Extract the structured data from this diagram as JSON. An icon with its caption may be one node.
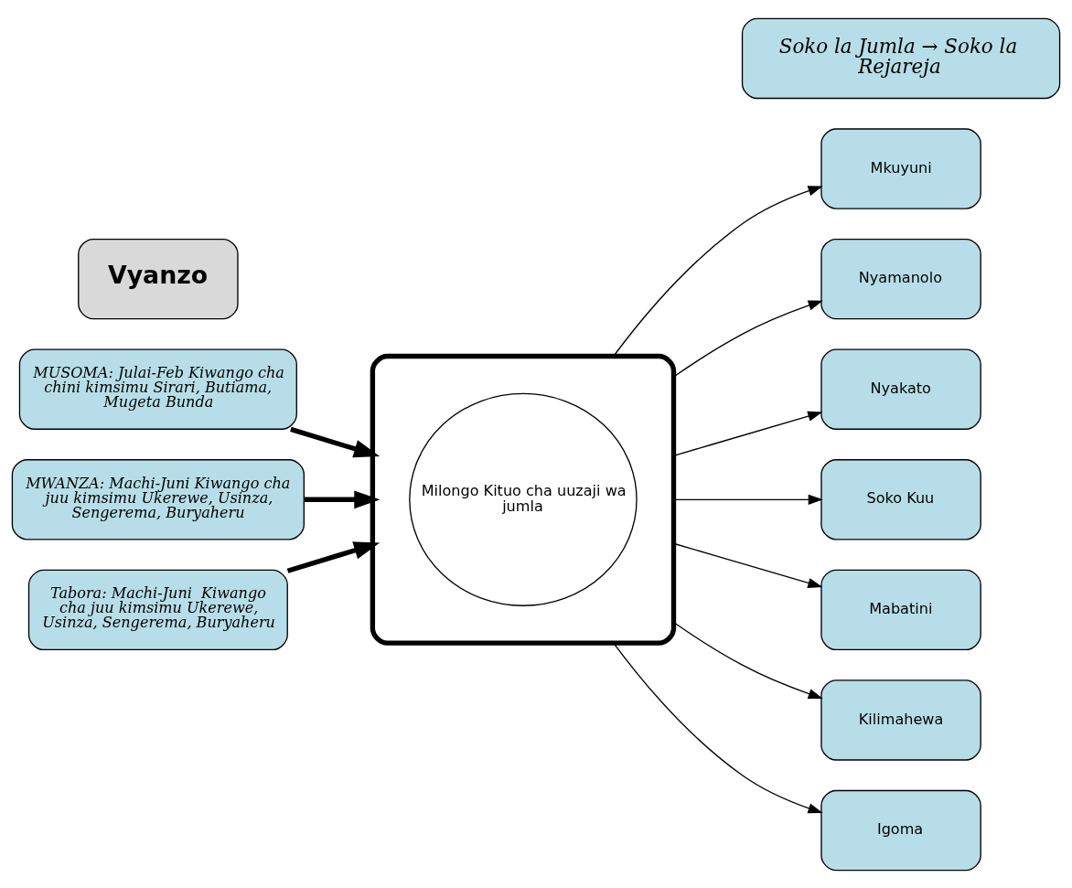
{
  "diagram": {
    "nodes": [
      {
        "text": [
          "Vyanzo"
        ]
      },
      {
        "text": [
          "Soko la Jumla → Soko la Rejareja"
        ]
      },
      {
        "text": [
          "MUSOMA: Julai-Feb Kiwango cha chini kimsimu Sirari, Butiama, Mugeta Bunda"
        ]
      },
      {
        "text": [
          "MWANZA: Machi-Juni Kiwango cha juu kimsimu Ukerewe, Usinza, Sengerema, Buryaheru"
        ]
      },
      {
        "text": [
          "Tabora: Machi-Juni  Kiwango cha juu kimsimu Ukerewe, Usinza, Sengerema, Buryaheru"
        ]
      },
      {
        "text": [],
        "shape": "ellipse"
      },
      {
        "text": [
          "Milongo Kituo cha uuzaji wa jumla"
        ],
        "in": 5
      },
      {
        "text": [
          "Mkuyuni"
        ]
      },
      {
        "text": [
          "Nyamanolo"
        ]
      },
      {
        "text": [
          "Nyakato"
        ]
      },
      {
        "text": [
          "Soko Kuu"
        ]
      },
      {
        "text": [
          "Mabatini"
        ]
      },
      {
        "text": [
          "Kilimahewa"
        ]
      },
      {
        "text": [
          "Igoma"
        ]
      }
    ],
    "edges": [
      {
        "from": 2,
        "to": 5,
        "arrow": "to",
        "style": "thick"
      },
      {
        "from": 3,
        "to": 5,
        "arrow": "to",
        "style": "thick"
      },
      {
        "from": 4,
        "to": 5,
        "arrow": "to",
        "style": "thick"
      },
      {
        "from": 5,
        "to": 7,
        "arrow": "to"
      },
      {
        "from": 5,
        "to": 8,
        "arrow": "to"
      },
      {
        "from": 5,
        "to": 9,
        "arrow": "to"
      },
      {
        "from": 5,
        "to": 10,
        "arrow": "to"
      },
      {
        "from": 5,
        "to": 11,
        "arrow": "to"
      },
      {
        "from": 5,
        "to": 12,
        "arrow": "to"
      },
      {
        "from": 5,
        "to": 13,
        "arrow": "to"
      }
    ]
  }
}
